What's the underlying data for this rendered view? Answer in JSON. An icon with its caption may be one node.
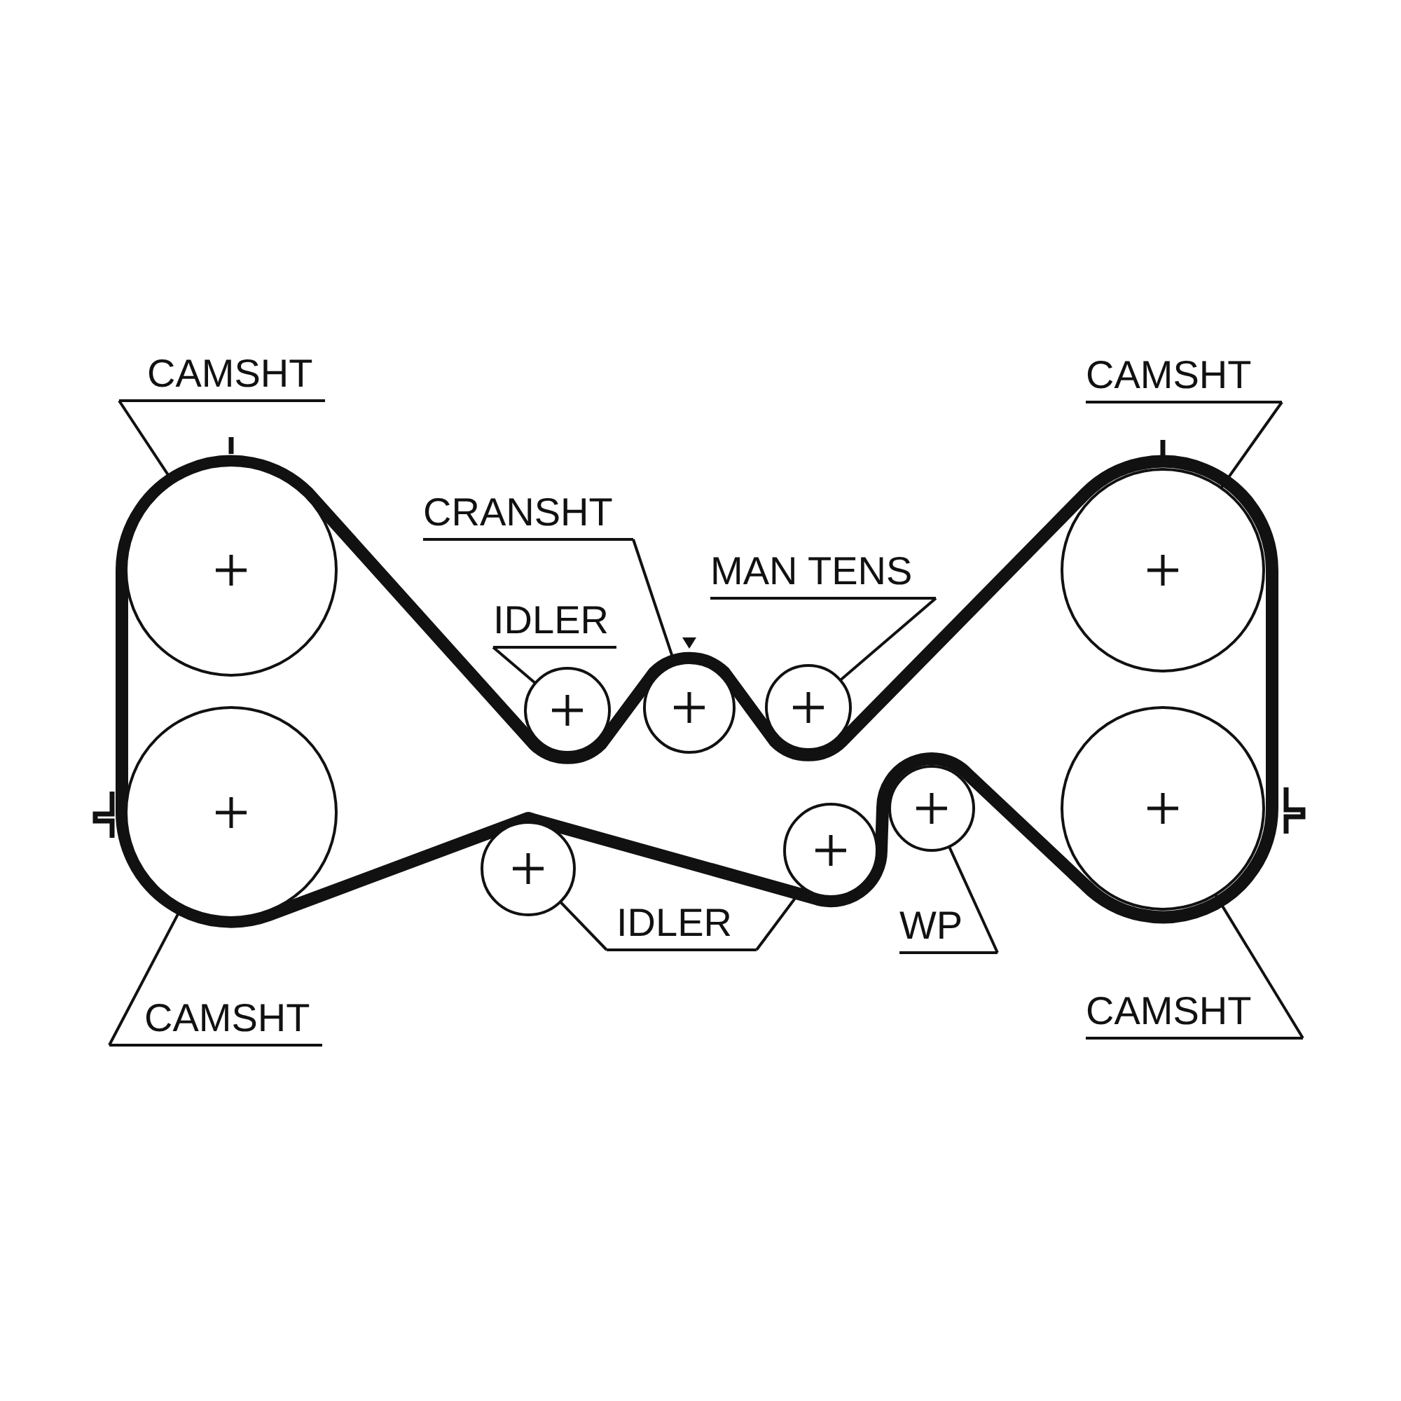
{
  "diagram": {
    "nodes": [
      {
        "text": [
          "CAMSHT"
        ]
      },
      {
        "text": [
          "CAMSHT"
        ]
      },
      {
        "text": [
          "CRANSHT"
        ]
      },
      {
        "text": [
          "MAN TENS"
        ]
      },
      {
        "text": [
          "IDLER"
        ]
      },
      {
        "text": [],
        "shape": "circle"
      },
      {
        "text": [],
        "shape": "circle"
      },
      {
        "text": [],
        "shape": "circle"
      },
      {
        "text": [],
        "shape": "circle"
      },
      {
        "text": [],
        "shape": "circle"
      },
      {
        "text": [],
        "shape": "circle"
      },
      {
        "text": [],
        "shape": "circle"
      },
      {
        "text": [],
        "shape": "circle"
      },
      {
        "text": [],
        "shape": "circle"
      },
      {
        "text": [],
        "shape": "circle"
      },
      {
        "text": [
          "IDLER"
        ]
      },
      {
        "text": [
          "WP"
        ]
      },
      {
        "text": [
          "CAMSHT"
        ]
      },
      {
        "text": [
          "CAMSHT"
        ]
      }
    ],
    "edges": [
      {
        "from": 0,
        "to": 5,
        "arrow": "none"
      },
      {
        "from": 1,
        "to": 6,
        "arrow": "none"
      },
      {
        "from": 2,
        "to": 8,
        "arrow": "none"
      },
      {
        "from": 3,
        "to": 9,
        "arrow": "none"
      },
      {
        "from": 4,
        "to": 7,
        "arrow": "none"
      },
      {
        "from": 15,
        "to": 12,
        "arrow": "none"
      },
      {
        "from": 15,
        "to": 13,
        "arrow": "none"
      },
      {
        "from": 16,
        "to": 14,
        "arrow": "none"
      },
      {
        "from": 17,
        "to": 10,
        "arrow": "none"
      },
      {
        "from": 18,
        "to": 11,
        "arrow": "none"
      }
    ]
  }
}
